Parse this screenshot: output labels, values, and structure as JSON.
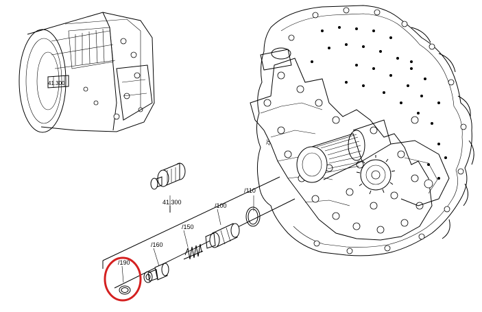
{
  "parts": [
    {
      "key": "p41300",
      "label": "41.300"
    },
    {
      "key": "p110",
      "label": "/110"
    },
    {
      "key": "p100",
      "label": "/100"
    },
    {
      "key": "p150",
      "label": "/150"
    },
    {
      "key": "p160",
      "label": "/160"
    },
    {
      "key": "p190",
      "label": "/190"
    }
  ],
  "highlight": {
    "part": "/190",
    "color": "#d42020"
  },
  "housing_marking": "ZF"
}
